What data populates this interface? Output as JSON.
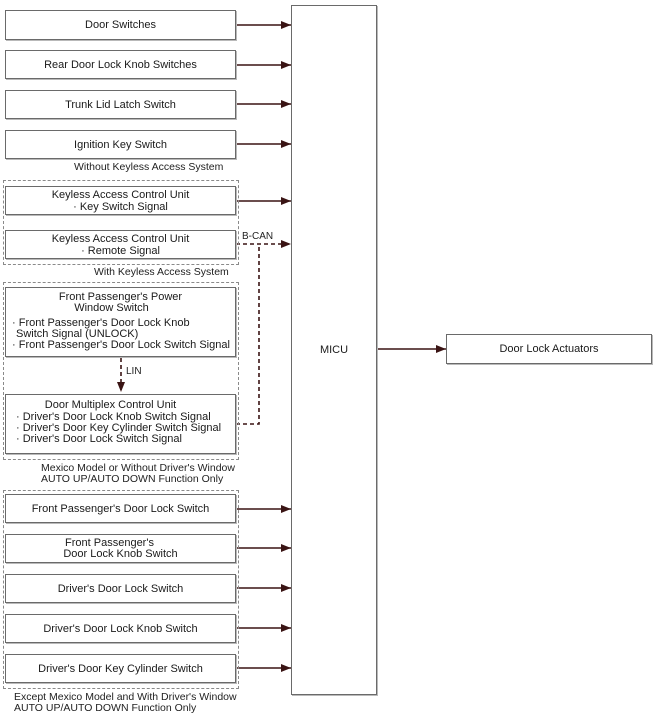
{
  "inputs": {
    "door_switches": "Door Switches",
    "rear_knob": "Rear Door Lock Knob Switches",
    "trunk": "Trunk Lid Latch Switch",
    "ignition": "Ignition Key Switch"
  },
  "groups": {
    "without_keyless": "Without Keyless Access System",
    "with_keyless": "With Keyless Access System",
    "mexico_line1": "Mexico Model or Without Driver's Window",
    "mexico_line2": "AUTO UP/AUTO DOWN Function Only",
    "except_line1": "Except Mexico Model and With Driver's Window",
    "except_line2": "AUTO UP/AUTO DOWN Function Only"
  },
  "keyless": {
    "key_title": "Keyless Access Control Unit",
    "key_signal": "· Key Switch Signal",
    "remote_title": "Keyless Access Control Unit",
    "remote_signal": "· Remote Signal"
  },
  "passenger_window": {
    "title1": "Front Passenger's Power",
    "title2": "Window Switch",
    "sig1a": "· Front Passenger's Door Lock Knob",
    "sig1b": "Switch Signal (UNLOCK)",
    "sig2": "· Front Passenger's Door Lock Switch Signal"
  },
  "multiplex": {
    "title": "Door Multiplex Control Unit",
    "sig1": "· Driver's Door Lock Knob Switch Signal",
    "sig2": "· Driver's Door Key Cylinder Switch Signal",
    "sig3": "· Driver's Door Lock Switch Signal"
  },
  "except_boxes": {
    "fp_lock": "Front Passenger's Door Lock Switch",
    "fp_knob1": "Front Passenger's",
    "fp_knob2": "Door Lock Knob Switch",
    "drv_lock": "Driver's Door Lock Switch",
    "drv_knob": "Driver's Door Lock Knob Switch",
    "drv_cyl": "Driver's Door Key Cylinder Switch"
  },
  "labels": {
    "bcan": "B-CAN",
    "lin": "LIN"
  },
  "micu": "MICU",
  "output": "Door Lock Actuators"
}
